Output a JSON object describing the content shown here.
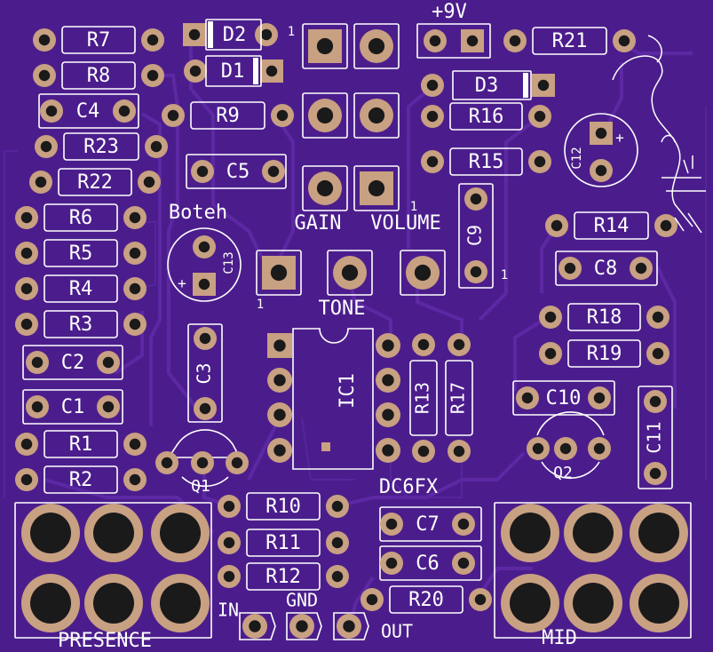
{
  "board": {
    "colors": {
      "substrate": "#4b1d8c",
      "trace": "#5e2aa6",
      "pad": "#c8a082",
      "hole": "#1a1a1a",
      "silk": "#ffffff"
    },
    "labels": {
      "power": "+9V",
      "credit": "Boteh",
      "gain": "GAIN",
      "volume": "VOLUME",
      "tone": "TONE",
      "project": "DC6FX",
      "in": "IN",
      "gnd": "GND",
      "out": "OUT",
      "presence": "PRESENCE",
      "mid": "MID",
      "pin1_a": "1",
      "pin1_b": "1",
      "pin1_c": "1",
      "pin1_d": "1",
      "plus_a": "+",
      "plus_b": "+"
    },
    "resistors": [
      "R7",
      "R8",
      "R9",
      "R23",
      "R22",
      "R6",
      "R5",
      "R4",
      "R3",
      "R1",
      "R2",
      "R10",
      "R11",
      "R12",
      "R20",
      "R21",
      "R16",
      "R15",
      "R14",
      "R18",
      "R19",
      "R13",
      "R17"
    ],
    "capacitors": [
      "C4",
      "C5",
      "C2",
      "C1",
      "C3",
      "C7",
      "C6",
      "C8",
      "C9",
      "C10",
      "C11",
      "C12",
      "C13"
    ],
    "diodes": [
      "D2",
      "D1",
      "D3"
    ],
    "transistors": [
      "Q1",
      "Q2"
    ],
    "ic": "IC1"
  }
}
